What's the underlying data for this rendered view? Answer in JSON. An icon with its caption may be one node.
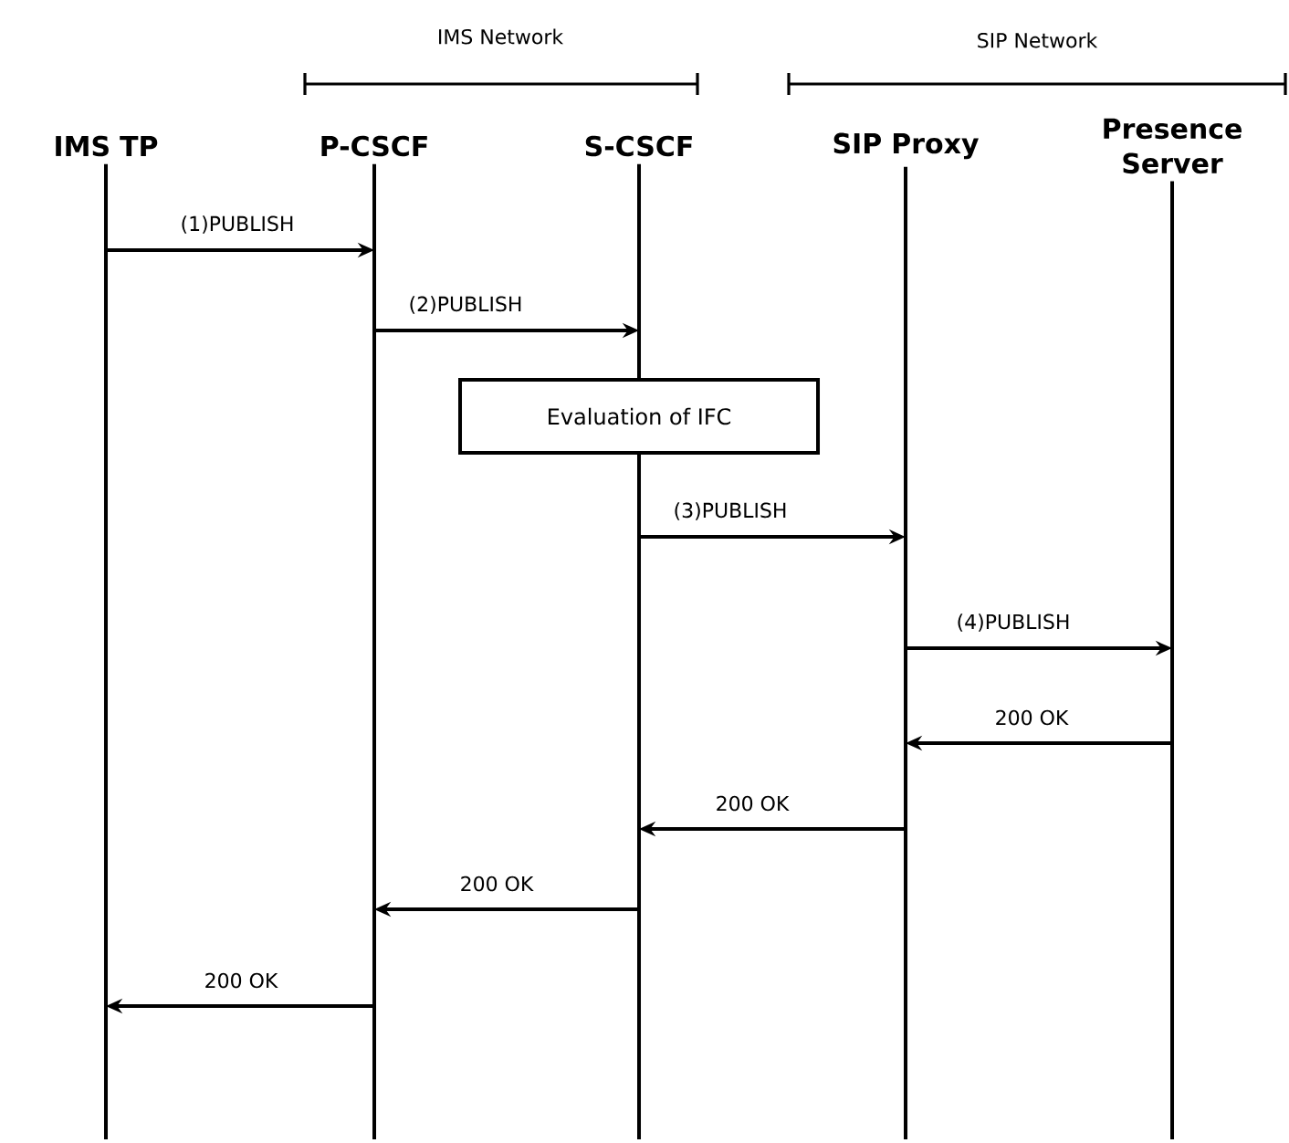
{
  "diagram": {
    "nodes": [
      {
        "text": [
          "IMS TP"
        ]
      },
      {
        "text": [
          "P-CSCF"
        ]
      },
      {
        "text": [
          "S-CSCF"
        ]
      },
      {
        "text": [
          "SIP Proxy"
        ]
      },
      {
        "text": [
          "Presence Server"
        ]
      },
      {
        "text": [
          "Evaluation of IFC"
        ]
      }
    ],
    "edges": [
      {
        "from": 0,
        "to": 1,
        "arrow": "to",
        "label": "(1)PUBLISH"
      },
      {
        "from": 1,
        "to": 2,
        "arrow": "to",
        "label": "(2)PUBLISH"
      },
      {
        "from": 2,
        "to": 3,
        "arrow": "to",
        "label": "(3)PUBLISH"
      },
      {
        "from": 3,
        "to": 4,
        "arrow": "to",
        "label": "(4)PUBLISH"
      },
      {
        "from": 4,
        "to": 3,
        "arrow": "to",
        "label": "200 OK"
      },
      {
        "from": 3,
        "to": 2,
        "arrow": "to",
        "label": "200 OK"
      },
      {
        "from": 2,
        "to": 1,
        "arrow": "to",
        "label": "200 OK"
      },
      {
        "from": 1,
        "to": 0,
        "arrow": "to",
        "label": "200 OK"
      }
    ],
    "labels": [
      "IMS Network",
      "SIP Network"
    ]
  }
}
